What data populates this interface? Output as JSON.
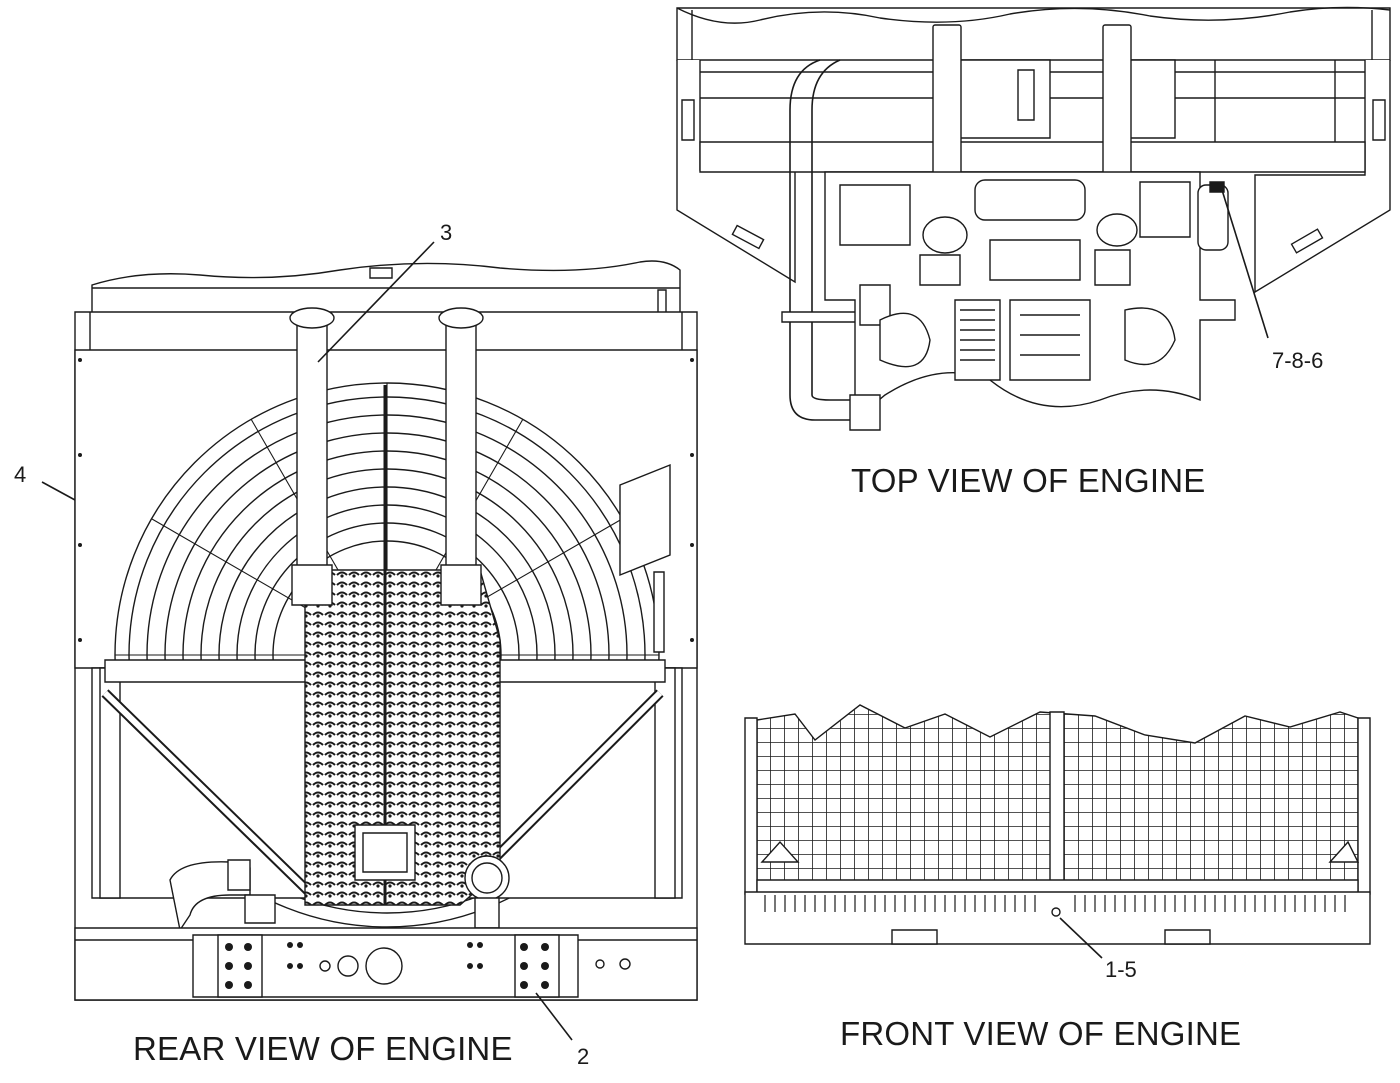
{
  "views": {
    "top": {
      "title": "TOP VIEW OF ENGINE"
    },
    "rear": {
      "title": "REAR VIEW OF ENGINE"
    },
    "front": {
      "title": "FRONT VIEW OF ENGINE"
    }
  },
  "callouts": {
    "c3": "3",
    "c4": "4",
    "c2": "2",
    "c786": "7-8-6",
    "c15": "1-5"
  },
  "colors": {
    "line": "#1a1a1a",
    "fill": "#ffffff",
    "dark": "#2a2a2a"
  }
}
